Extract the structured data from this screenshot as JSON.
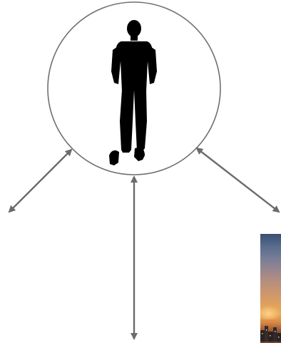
{
  "diagram": {
    "center_node": {
      "icon": "person-silhouette-icon",
      "stroke_color": "#707070",
      "fill_color": "#ffffff",
      "figure_color": "#000000"
    },
    "connectors": [
      {
        "direction": "bottom-left",
        "style": "double-headed arrow"
      },
      {
        "direction": "bottom",
        "style": "double-headed arrow"
      },
      {
        "direction": "bottom-right",
        "style": "double-headed arrow"
      }
    ],
    "connector_color": "#6b6b6b",
    "side_image": {
      "icon": "sunset-city-photo",
      "description_colors": [
        "#3b4f73",
        "#e0a15e",
        "#2e2a2c"
      ]
    }
  }
}
